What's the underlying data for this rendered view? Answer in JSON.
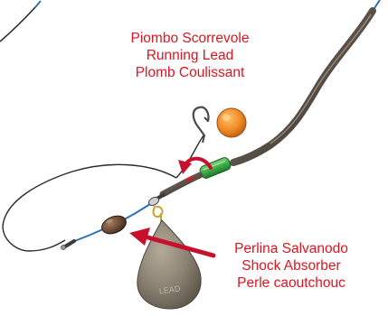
{
  "captions": {
    "running_lead": [
      "Piombo Scorrevole",
      "Running Lead",
      "Plomb Coulissant"
    ],
    "shock_absorber": [
      "Perlina Salvanodo",
      "Shock Absorber",
      "Perle caoutchouc"
    ]
  },
  "weight_label": "LEAD",
  "colors": {
    "label_red": "#e0141f",
    "arrow_red": "#c8102e",
    "line_blue": "#2f6fb5",
    "tube_dark": "#5a5148",
    "sleeve_green": "#3fae49",
    "bead_orange": "#f08a24",
    "sinker_body": "#8b8273",
    "bead_brown": "#6b4a35"
  }
}
